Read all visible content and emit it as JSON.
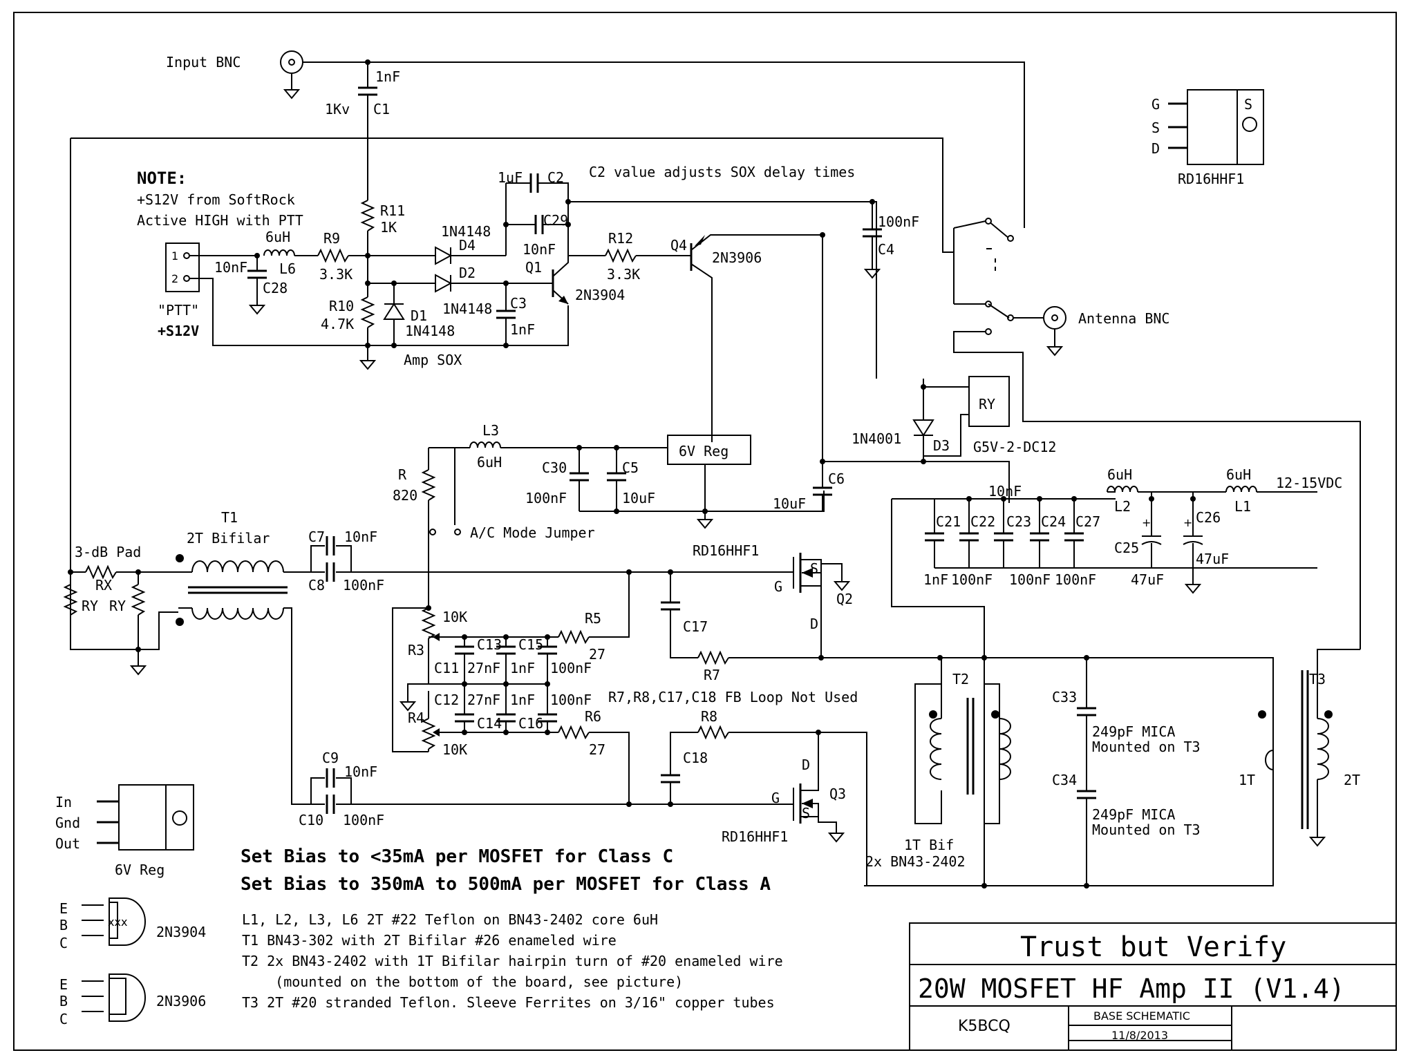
{
  "labels": {
    "input_bnc": "Input BNC",
    "antenna_bnc": "Antenna BNC",
    "c1_val": "1nF",
    "c1_name": "C1",
    "c1_volt": "1Kv",
    "c2_val": "1uF",
    "c2_name": "C2",
    "c2_note": "C2 value adjusts SOX delay times",
    "c29_name": "C29",
    "c29_val": "10nF",
    "q1_name": "Q1",
    "q1_part": "2N3904",
    "q4_name": "Q4",
    "q4_part": "2N3906",
    "r12_name": "R12",
    "r12_val": "3.3K",
    "c4_val": "100nF",
    "c4_name": "C4",
    "rd_label": "RD16HHF1",
    "pin_g": "G",
    "pin_s": "S",
    "pin_d": "D",
    "note_title": "NOTE:",
    "note_line1": "+S12V from SoftRock",
    "note_line2": "Active HIGH with PTT",
    "r11_name": "R11",
    "r11_val": "1K",
    "l6_val": "6uH",
    "l6_name": "L6",
    "r9_name": "R9",
    "r9_val": "3.3K",
    "d4_part": "1N4148",
    "d4_name": "D4",
    "d2_name": "D2",
    "d2_part": "1N4148",
    "c3_name": "C3",
    "c3_val": "1nF",
    "c28_val": "10nF",
    "c28_name": "C28",
    "r10_name": "R10",
    "r10_val": "4.7K",
    "d1_name": "D1",
    "d1_part": "1N4148",
    "ptt_label": "\"PTT\"",
    "s12v_label": "+S12V",
    "pin1": "1",
    "pin2": "2",
    "amp_sox": "Amp SOX",
    "l3_name": "L3",
    "l3_val": "6uH",
    "r820_name": "R",
    "r820_val": "820",
    "c30_name": "C30",
    "c30_val": "100nF",
    "c5_name": "C5",
    "c5_val": "10uF",
    "reg_label": "6V Reg",
    "c6_name": "C6",
    "c6_val": "10uF",
    "d3_part": "1N4001",
    "d3_name": "D3",
    "ry_label": "RY",
    "relay_part": "G5V-2-DC12",
    "ac_jumper": "A/C Mode Jumper",
    "t1_name": "T1",
    "t1_desc": "2T Bifilar",
    "pad_label": "3-dB Pad",
    "rx_label": "RX",
    "ry_a": "RY",
    "ry_b": "RY",
    "c7_name": "C7",
    "c7_val": "10nF",
    "c8_name": "C8",
    "c8_val": "100nF",
    "q2_name": "Q2",
    "c17_name": "C17",
    "r7_name": "R7",
    "r5_name": "R5",
    "r5_val": "27",
    "r3_val": "10K",
    "r3_name": "R3",
    "c11_name": "C11",
    "c13_name": "C13",
    "c15_name": "C15",
    "c11_val": "27nF",
    "c13_val": "1nF",
    "c15_val": "100nF",
    "c12_name": "C12",
    "c14_name": "C14",
    "c16_name": "C16",
    "c12_val": "27nF",
    "c14_val": "1nF",
    "c16_val": "100nF",
    "r4_name": "R4",
    "r4_val": "10K",
    "r6_name": "R6",
    "r6_val": "27",
    "r8_name": "R8",
    "c18_name": "C18",
    "fb_note": "R7,R8,C17,C18 FB Loop Not Used",
    "c9_name": "C9",
    "c9_val": "10nF",
    "c10_name": "C10",
    "c10_val": "100nF",
    "q3_name": "Q3",
    "t2_name": "T2",
    "t2_bif": "1T Bif",
    "t2_core": "2x BN43-2402",
    "c33_name": "C33",
    "c34_name": "C34",
    "mica1": "249pF MICA",
    "mica1b": "Mounted on T3",
    "mica2": "249pF MICA",
    "mica2b": "Mounted on T3",
    "t3_name": "T3",
    "t3_1t": "1T",
    "t3_2t": "2T",
    "c21": "C21",
    "c22": "C22",
    "c23": "C23",
    "c24": "C24",
    "c27": "C27",
    "c21_val": "1nF",
    "c22_val": "100nF",
    "c23_val": "100nF",
    "c27_val": "100nF",
    "c22_top": "10nF",
    "l2_val": "6uH",
    "l2_name": "L2",
    "l1_val": "6uH",
    "l1_name": "L1",
    "c25_name": "C25",
    "c25_val": "47uF",
    "c26_name": "C26",
    "c26_val": "47uF",
    "supply": "12-15VDC",
    "rd_top": "RD16HHF1",
    "reg_in": "In",
    "reg_gnd": "Gnd",
    "reg_out": "Out",
    "reg_caption": "6V Reg",
    "pin_e": "E",
    "pin_b": "B",
    "pin_c": "C",
    "npn_part": "2N3904",
    "pnp_part": "2N3906"
  },
  "bias_notes": [
    "Set Bias to <35mA per MOSFET for Class C",
    "Set Bias to 350mA to 500mA per MOSFET for Class A"
  ],
  "build_notes": [
    "L1, L2, L3, L6 2T #22 Teflon on BN43-2402 core 6uH",
    "T1 BN43-302 with 2T Bifilar #26 enameled wire",
    "T2 2x BN43-2402 with 1T Bifilar hairpin turn of #20 enameled wire",
    "    (mounted on the bottom of the board, see picture)",
    "T3 2T #20 stranded Teflon. Sleeve Ferrites on 3/16\" copper tubes"
  ],
  "title_block": {
    "slogan": "Trust but Verify",
    "title": "20W MOSFET HF Amp II (V1.4)",
    "author": "K5BCQ",
    "doc_type": "BASE SCHEMATIC",
    "date": "11/8/2013"
  }
}
